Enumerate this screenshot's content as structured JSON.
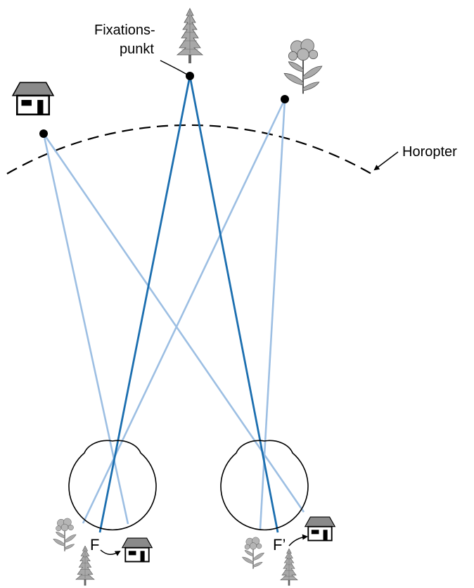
{
  "labels": {
    "fixation_line1": "Fixations-",
    "fixation_line2": "punkt",
    "horopter": "Horopter",
    "fovea_left": "F",
    "fovea_right": "F’"
  },
  "colors": {
    "fixation_ray": "#1c6fb0",
    "side_ray": "#9dbfe3",
    "outline": "#000000",
    "icon_gray": "#9a9a9a",
    "icon_dark": "#555555"
  },
  "icons": {
    "top_tree": "pine-tree-icon",
    "top_flower": "flower-plant-icon",
    "top_house": "house-icon"
  }
}
